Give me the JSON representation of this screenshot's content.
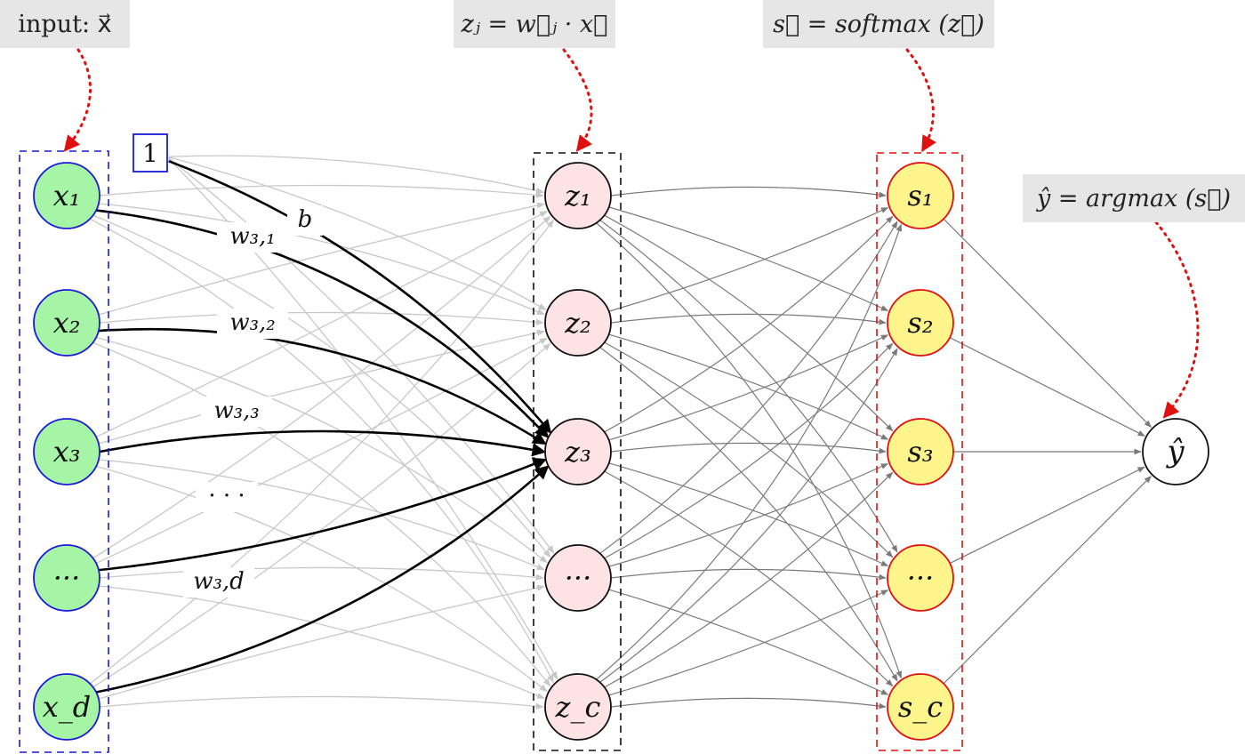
{
  "callouts": {
    "input": "input: x⃗",
    "z_def": "zⱼ = w⃗ⱼ · x⃗",
    "s_def": "s⃗ = softmax (z⃗)",
    "y_def": "ŷ = argmax (s⃗)"
  },
  "bias_box": "1",
  "layers": {
    "input": [
      "x₁",
      "x₂",
      "x₃",
      "···",
      "x_d"
    ],
    "z": [
      "z₁",
      "z₂",
      "z₃",
      "···",
      "z_c"
    ],
    "s": [
      "s₁",
      "s₂",
      "s₃",
      "···",
      "s_c"
    ],
    "output": "ŷ"
  },
  "edge_labels": {
    "b": "b",
    "w31": "w₃,₁",
    "w32": "w₃,₂",
    "w33": "w₃,₃",
    "dots": "· · ·",
    "w3d": "w₃,d"
  },
  "colors": {
    "input_fill": "#a6f5a6",
    "input_stroke": "#1a1ad8",
    "z_fill": "#fde3e3",
    "s_fill": "#fdf48c",
    "s_stroke": "#e01010",
    "callout_arrow": "#e01010",
    "light_edge": "#c8c8c8",
    "mid_edge": "#7a7a7a",
    "bold_edge": "#000000"
  }
}
